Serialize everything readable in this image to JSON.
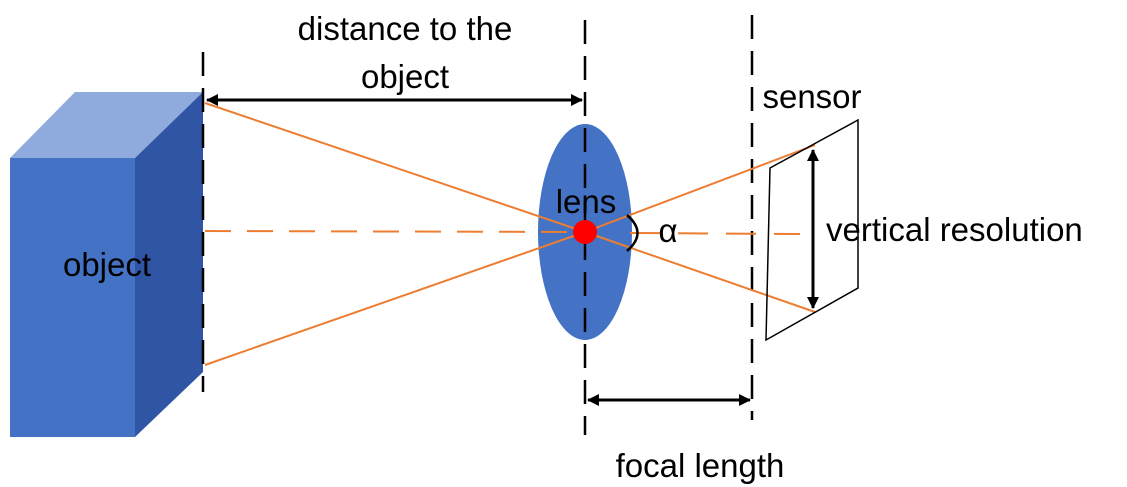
{
  "labels": {
    "distance_line1": "distance to the",
    "distance_line2": "object",
    "object": "object",
    "lens": "lens",
    "angle": "α",
    "sensor": "sensor",
    "vertical_resolution": "vertical resolution",
    "focal_length": "focal length"
  },
  "colors": {
    "object_front": "#4472C4",
    "object_top": "#8FAADC",
    "object_side": "#2F55A4",
    "lens": "#4472C4",
    "lens_center": "#FF0000",
    "rays": "#ED7D31",
    "lines": "#000000"
  }
}
